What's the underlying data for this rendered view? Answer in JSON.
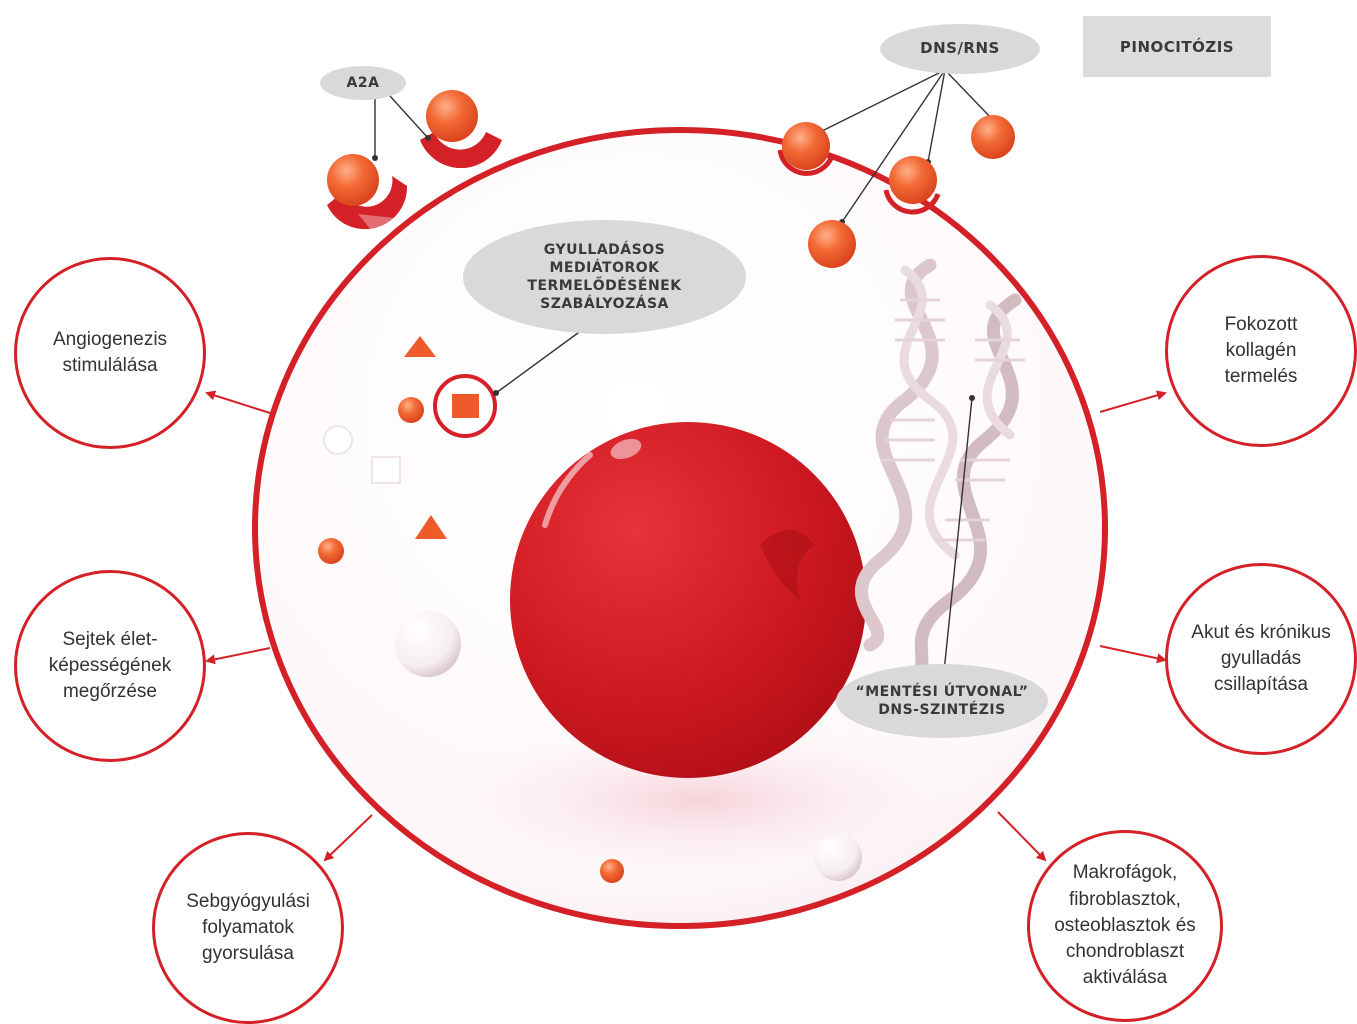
{
  "labels": {
    "a2a": "A2A",
    "dns_rns": "DNS/RNS",
    "pinocytosis": "PINOCITÓZIS",
    "mediators": "GYULLADÁSOS\nMEDIÁTOROK\nTERMELŐDÉSÉNEK\nSZABÁLYOZÁSA",
    "salvage": "“MENTÉSI ÚTVONAL”\nDNS-SZINTÉZIS"
  },
  "effects": {
    "angiogenesis": "Angiogenezis\nstimulálása",
    "viability": "Sejtek élet-\nképességének\nmegőrzése",
    "wound_healing": "Sebgyógyulási\nfolyamatok\ngyorsulása",
    "collagen": "Fokozott\nkollagén\ntermelés",
    "inflammation": "Akut és krónikus\ngyulladás\ncsillapítása",
    "activation": "Makrofágok,\nfibroblasztok,\nosteoblasztok és\nchondroblaszt\naktiválása"
  },
  "colors": {
    "membrane": "#d42027",
    "nucleus": "#c8141d",
    "ball": "#ef5a2b",
    "label_bg": "#d9d9db",
    "dna": "#dcc7cc"
  }
}
